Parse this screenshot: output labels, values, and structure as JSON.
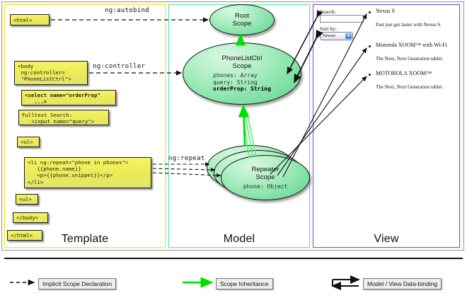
{
  "panels": {
    "template": {
      "label": "Template",
      "color": "#ffe400"
    },
    "model": {
      "label": "Model",
      "color": "#52e6a5"
    },
    "view": {
      "label": "View",
      "color": "#6d4fe0"
    }
  },
  "template_boxes": [
    {
      "id": "html-open",
      "text": "<html>"
    },
    {
      "id": "body-open",
      "text": "<body\n ng:controller=\n \"PhoneListCtrl\">"
    },
    {
      "id": "select-orderprop",
      "text": "<select name=\"orderProp\"\n   ...>"
    },
    {
      "id": "fulltext-search",
      "text": "Fulltext Search:\n   <input name=\"query\">"
    },
    {
      "id": "ul-open",
      "text": "<ul>"
    },
    {
      "id": "li-repeat",
      "text": "<li ng:repeat=\"phone in phones\">\n   {{phone.name}}\n   <p>{{phone.snippet}}</p>\n</li>"
    },
    {
      "id": "ul-close",
      "text": "<ul>"
    },
    {
      "id": "body-close",
      "text": "</body>"
    },
    {
      "id": "html-close",
      "text": "</html>"
    }
  ],
  "connector_labels": {
    "autobind": "ng:autobind",
    "controller": "ng:controller",
    "repeat": "ng:repeat"
  },
  "scopes": {
    "root": {
      "title_line1": "Root",
      "title_line2": "Scope",
      "props": []
    },
    "phonelistctrl": {
      "title_line1": "PhoneListCtrl",
      "title_line2": "Scope",
      "props": [
        "phones: Array",
        "query: String"
      ],
      "props_bold": [
        "orderProp: String"
      ]
    },
    "repeater": {
      "title_line1": "Repeater",
      "title_line2": "Scope",
      "props": [
        "phone: Object"
      ]
    }
  },
  "view": {
    "search_label": "Search:",
    "search_value": "",
    "sort_label": "Sort by:",
    "sort_selected": "Newest",
    "sort_options": [
      "Newest"
    ],
    "phones": [
      {
        "name": "Nexus S",
        "snippet": "Fast just got faster with Nexus S."
      },
      {
        "name": "Motorola XOOM™ with Wi-Fi",
        "snippet": "The Next, Next Generation tablet."
      },
      {
        "name": "MOTOROLA XOOM™",
        "snippet": "The Next, Next Generation tablet."
      }
    ]
  },
  "legend": [
    {
      "id": "implicit-scope-declaration",
      "label": "Implicit Scope Declaration",
      "marker": "dashed-arrow",
      "color": "#111111"
    },
    {
      "id": "scope-inheritance",
      "label": "Scope Inheritance",
      "marker": "solid-arrow",
      "color": "#00e000"
    },
    {
      "id": "model-view-data-binding",
      "label": "Model / View Data-binding",
      "marker": "double-arrow",
      "color": "#111111"
    }
  ]
}
